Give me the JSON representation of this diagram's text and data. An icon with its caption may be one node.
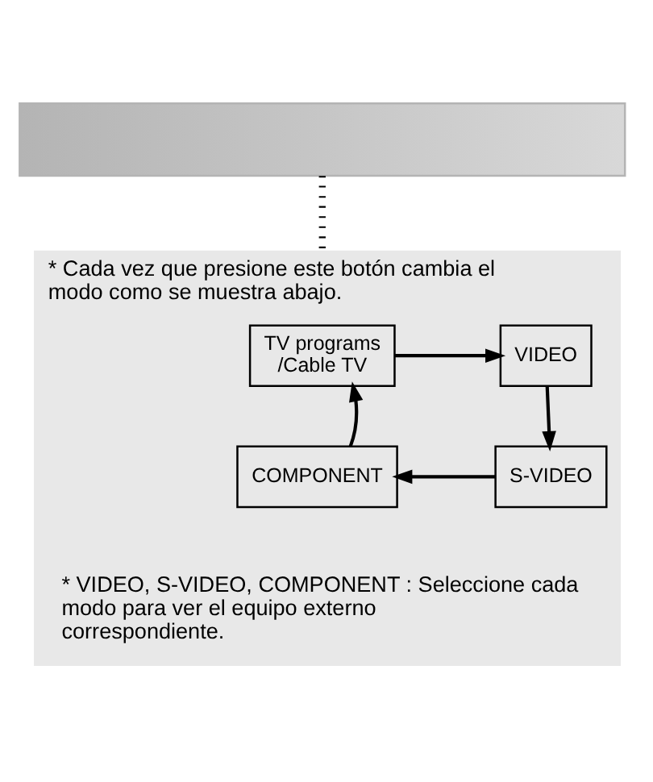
{
  "diagram": {
    "nodes": [
      {
        "text": [],
        "shape": "bar"
      },
      {
        "text": [
          "* Cada vez que presione este botón cambia el modo como se muestra abajo.",
          "* VIDEO, S-VIDEO, COMPONENT : Seleccione cada modo para ver el equipo externo correspondiente."
        ]
      },
      {
        "text": [
          "TV programs /Cable TV"
        ],
        "in": 1
      },
      {
        "text": [
          "VIDEO"
        ],
        "in": 1
      },
      {
        "text": [
          "S-VIDEO"
        ],
        "in": 1
      },
      {
        "text": [
          "COMPONENT"
        ],
        "in": 1
      }
    ],
    "edges": [
      {
        "from": 0,
        "to": 1,
        "arrow": "none",
        "style": "dashed"
      },
      {
        "from": 2,
        "to": 3,
        "arrow": "to"
      },
      {
        "from": 3,
        "to": 4,
        "arrow": "to"
      },
      {
        "from": 4,
        "to": 5,
        "arrow": "to"
      },
      {
        "from": 5,
        "to": 2,
        "arrow": "to"
      }
    ]
  }
}
